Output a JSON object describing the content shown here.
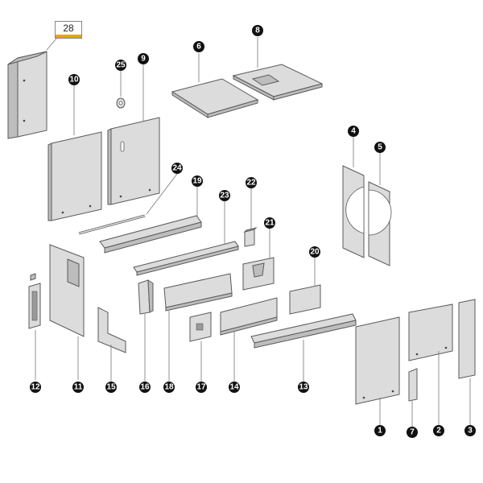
{
  "badge": {
    "label": "28",
    "accent_color": "#e8a400"
  },
  "callouts": {
    "c1": "1",
    "c2": "2",
    "c3": "3",
    "c4": "4",
    "c5": "5",
    "c6": "6",
    "c7": "7",
    "c8": "8",
    "c9": "9",
    "c10": "10",
    "c11": "11",
    "c12": "12",
    "c13": "13",
    "c14": "14",
    "c15": "15",
    "c16": "16",
    "c17": "17",
    "c18": "18",
    "c19": "19",
    "c20": "20",
    "c21": "21",
    "c22": "22",
    "c23": "23",
    "c24": "24",
    "c25": "25"
  }
}
